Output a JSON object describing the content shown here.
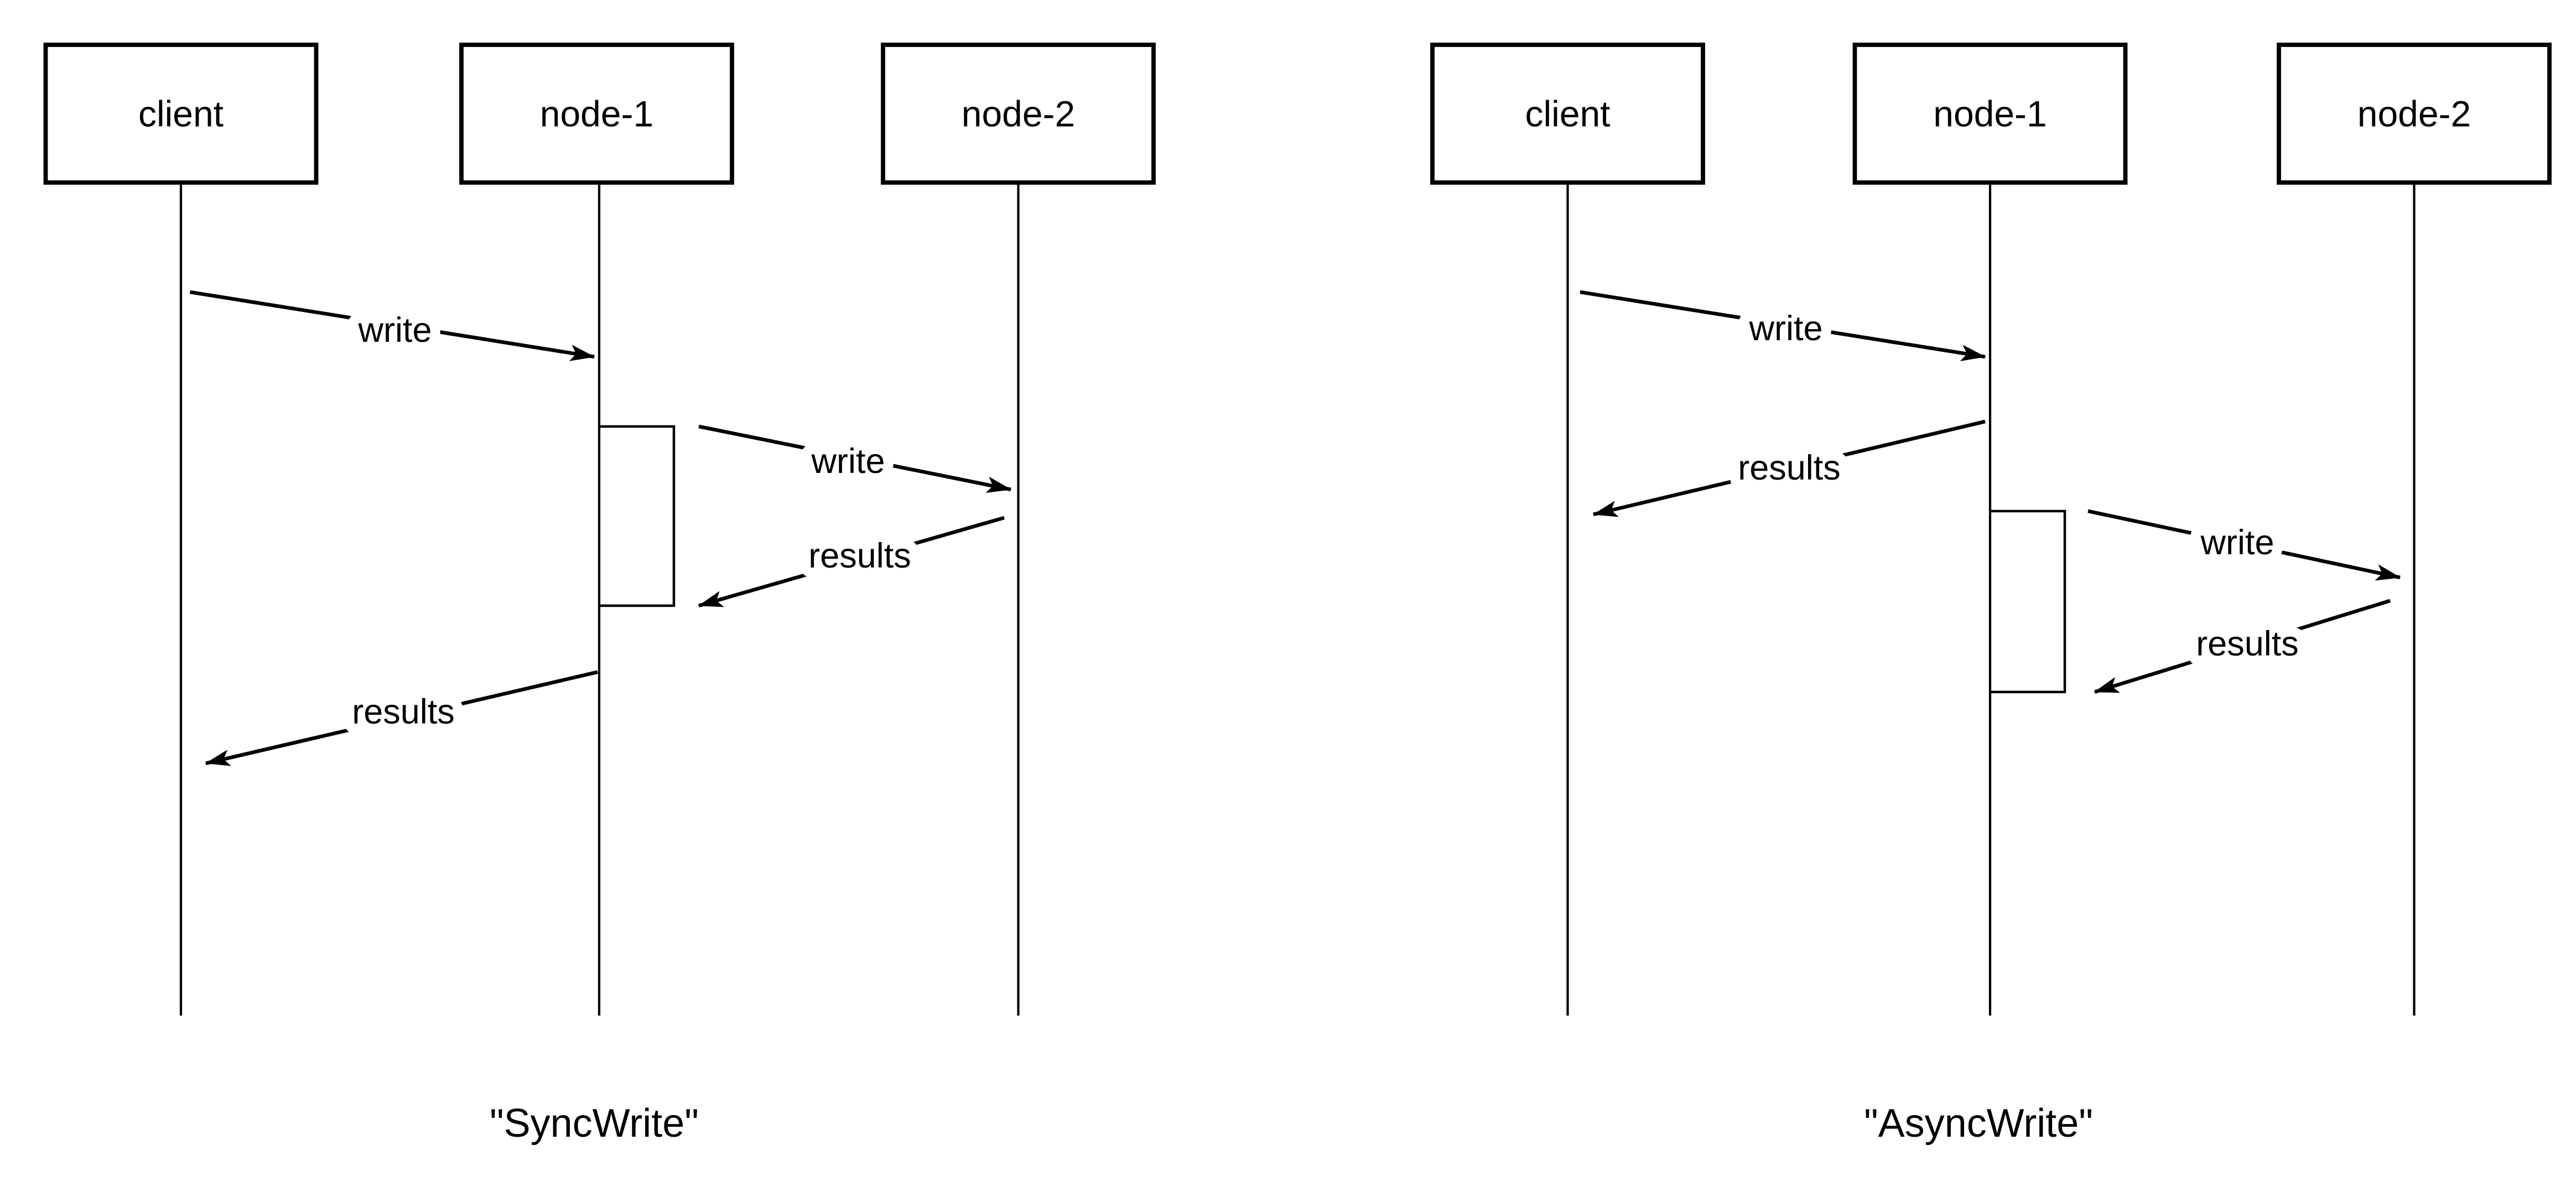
{
  "page": {
    "background": "#ffffff",
    "ink": "#000000"
  },
  "diagrams": [
    {
      "name": "sync-write",
      "caption": "\"SyncWrite\"",
      "actors": [
        {
          "label": "client"
        },
        {
          "label": "node-1"
        },
        {
          "label": "node-2"
        }
      ],
      "messages": [
        {
          "label": "write",
          "from": "client",
          "to": "node-1"
        },
        {
          "label": "write",
          "from": "node-1",
          "to": "node-2"
        },
        {
          "label": "results",
          "from": "node-2",
          "to": "node-1"
        },
        {
          "label": "results",
          "from": "node-1",
          "to": "client"
        }
      ]
    },
    {
      "name": "async-write",
      "caption": "\"AsyncWrite\"",
      "actors": [
        {
          "label": "client"
        },
        {
          "label": "node-1"
        },
        {
          "label": "node-2"
        }
      ],
      "messages": [
        {
          "label": "write",
          "from": "client",
          "to": "node-1"
        },
        {
          "label": "results",
          "from": "node-1",
          "to": "client"
        },
        {
          "label": "write",
          "from": "node-1",
          "to": "node-2"
        },
        {
          "label": "results",
          "from": "node-2",
          "to": "node-1"
        }
      ]
    }
  ]
}
